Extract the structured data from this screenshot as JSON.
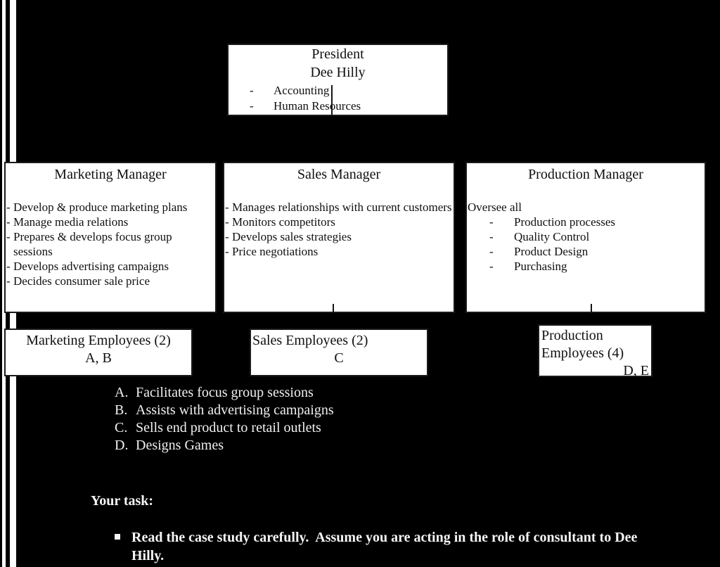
{
  "colors": {
    "background": "#000000",
    "box_fill": "#ffffff",
    "box_border": "#1b1b1b",
    "box_text": "#101010",
    "light_text": "#f5f5f5"
  },
  "org_chart": {
    "president": {
      "title": "President",
      "name": "Dee Hilly",
      "duties": [
        "Accounting",
        "Human Resources"
      ]
    },
    "marketing_manager": {
      "title": "Marketing Manager",
      "duties": [
        "Develop & produce marketing plans",
        "Manage media relations",
        "Prepares & develops focus group sessions",
        "Develops advertising campaigns",
        "Decides consumer sale price"
      ]
    },
    "sales_manager": {
      "title": "Sales Manager",
      "duties": [
        "Manages relationships with current customers",
        "Monitors competitors",
        "Develops sales strategies",
        "Price negotiations"
      ]
    },
    "production_manager": {
      "title": "Production Manager",
      "intro": "Oversee all",
      "duties": [
        "Production processes",
        "Quality Control",
        "Product Design",
        "Purchasing"
      ]
    },
    "employees": {
      "marketing": {
        "title": "Marketing Employees (2)",
        "members": "A, B"
      },
      "sales": {
        "title": "Sales Employees (2)",
        "members": "C"
      },
      "production": {
        "title": "Production Employees (4)",
        "members": "D, E"
      }
    }
  },
  "legend": {
    "items": [
      {
        "key": "A.",
        "text": "Facilitates focus group sessions"
      },
      {
        "key": "B.",
        "text": "Assists with advertising campaigns"
      },
      {
        "key": "C.",
        "text": "Sells end product to retail outlets"
      },
      {
        "key": "D.",
        "text": "Designs Games"
      }
    ]
  },
  "task": {
    "heading": "Your task:",
    "bullet_text": "Read the case study carefully.  Assume you are acting in the role of consultant to Dee Hilly."
  }
}
